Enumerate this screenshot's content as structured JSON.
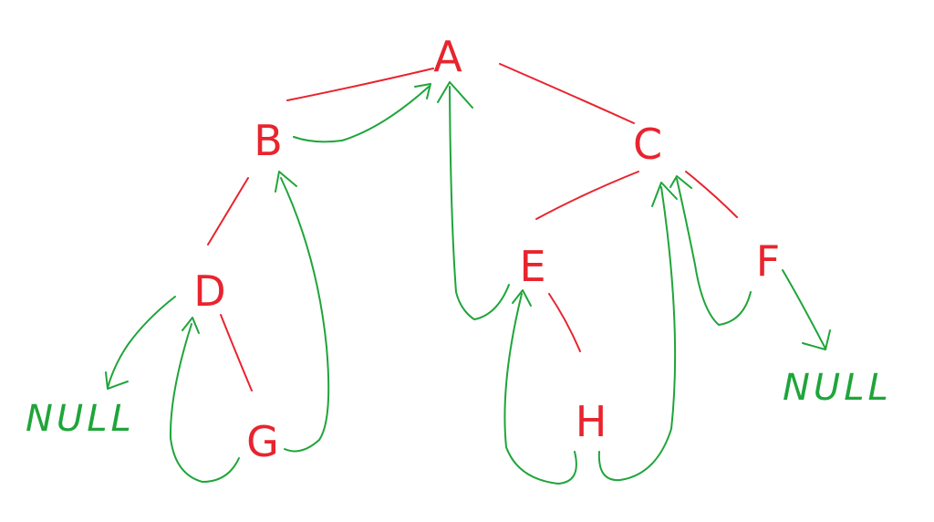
{
  "colors": {
    "tree": "#e8242e",
    "thread": "#1fa53a",
    "background": "#ffffff"
  },
  "nodes": {
    "A": "A",
    "B": "B",
    "C": "C",
    "D": "D",
    "E": "E",
    "F": "F",
    "G": "G",
    "H": "H"
  },
  "null_labels": {
    "left": "NULL",
    "right": "NULL"
  }
}
